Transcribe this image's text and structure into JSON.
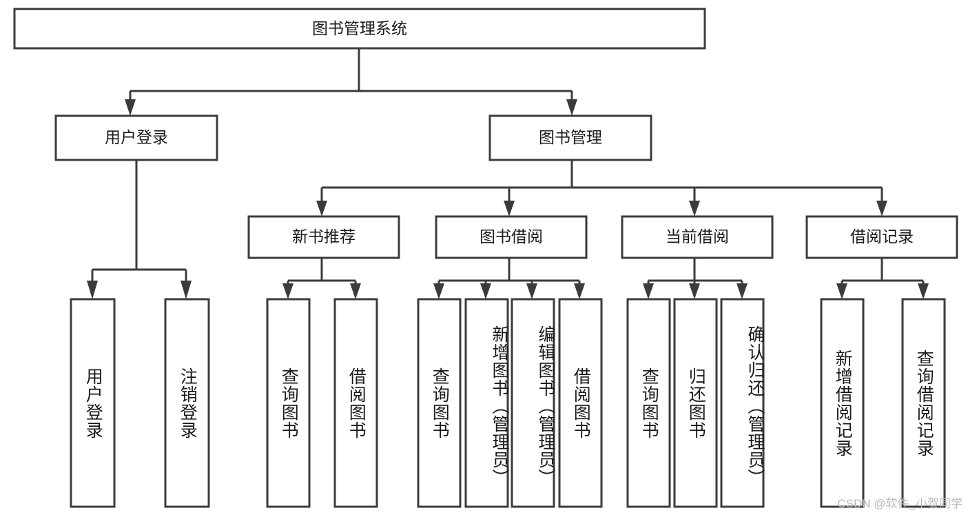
{
  "diagram": {
    "title": "图书管理系统",
    "type": "tree-hierarchy-chart",
    "colors": {
      "box_stroke": "#3b3b3b",
      "box_fill": "#ffffff",
      "text": "#1a1a1a",
      "watermark": "#b9b9b9",
      "background": "#ffffff"
    },
    "levels": {
      "level1": [
        {
          "id": "root",
          "label": "图书管理系统",
          "orientation": "horizontal"
        }
      ],
      "level2": [
        {
          "id": "user-login",
          "label": "用户登录",
          "orientation": "horizontal",
          "parent": "root"
        },
        {
          "id": "book-manage",
          "label": "图书管理",
          "orientation": "horizontal",
          "parent": "root"
        }
      ],
      "level3": [
        {
          "id": "new-book-recommend",
          "label": "新书推荐",
          "orientation": "horizontal",
          "parent": "book-manage"
        },
        {
          "id": "book-borrow",
          "label": "图书借阅",
          "orientation": "horizontal",
          "parent": "book-manage"
        },
        {
          "id": "current-borrow",
          "label": "当前借阅",
          "orientation": "horizontal",
          "parent": "book-manage"
        },
        {
          "id": "borrow-record",
          "label": "借阅记录",
          "orientation": "horizontal",
          "parent": "book-manage"
        }
      ],
      "level4": [
        {
          "id": "leaf-user-login",
          "label": "用户登录",
          "orientation": "vertical",
          "parent": "user-login"
        },
        {
          "id": "leaf-logout",
          "label": "注销登录",
          "orientation": "vertical",
          "parent": "user-login"
        },
        {
          "id": "leaf-query-book-1",
          "label": "查询图书",
          "orientation": "vertical",
          "parent": "new-book-recommend"
        },
        {
          "id": "leaf-borrow-book-1",
          "label": "借阅图书",
          "orientation": "vertical",
          "parent": "new-book-recommend"
        },
        {
          "id": "leaf-query-book-2",
          "label": "查询图书",
          "orientation": "vertical",
          "parent": "book-borrow"
        },
        {
          "id": "leaf-add-book",
          "label": "新增图书（管理员）",
          "orientation": "vertical",
          "parent": "book-borrow"
        },
        {
          "id": "leaf-edit-book",
          "label": "编辑图书（管理员）",
          "orientation": "vertical",
          "parent": "book-borrow"
        },
        {
          "id": "leaf-borrow-book-2",
          "label": "借阅图书",
          "orientation": "vertical",
          "parent": "book-borrow"
        },
        {
          "id": "leaf-query-book-3",
          "label": "查询图书",
          "orientation": "vertical",
          "parent": "current-borrow"
        },
        {
          "id": "leaf-return-book",
          "label": "归还图书",
          "orientation": "vertical",
          "parent": "current-borrow"
        },
        {
          "id": "leaf-confirm-return",
          "label": "确认归还（管理员）",
          "orientation": "vertical",
          "parent": "current-borrow"
        },
        {
          "id": "leaf-add-record",
          "label": "新增借阅记录",
          "orientation": "vertical",
          "parent": "borrow-record"
        },
        {
          "id": "leaf-query-record",
          "label": "查询借阅记录",
          "orientation": "vertical",
          "parent": "borrow-record"
        }
      ]
    },
    "watermark": "CSDN @软件_小贺同学"
  }
}
